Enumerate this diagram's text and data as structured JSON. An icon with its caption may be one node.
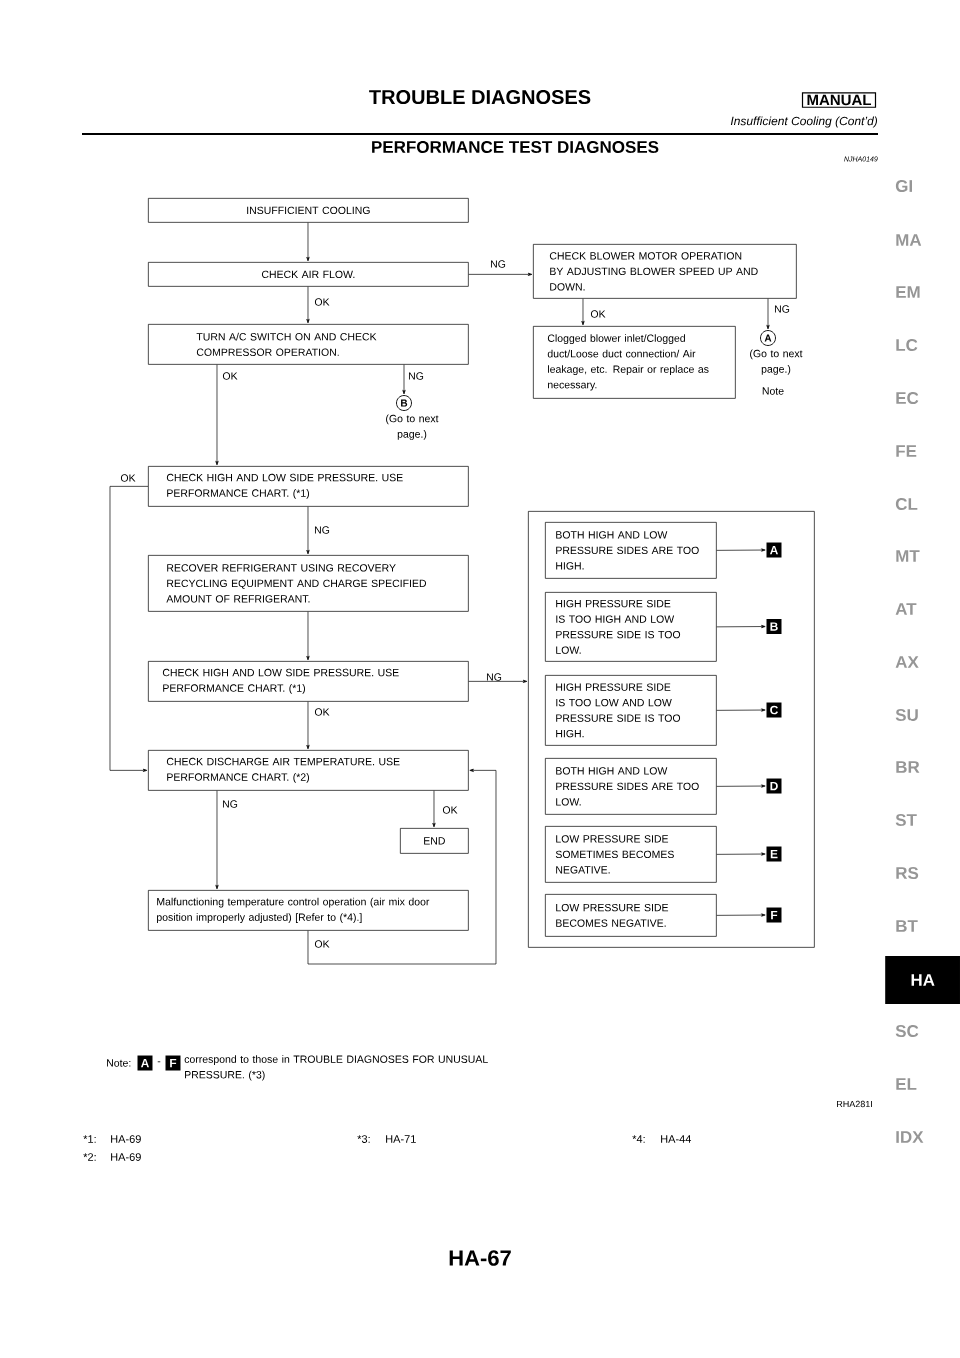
{
  "diagram": {
    "title": "PERFORMANCE TEST DIAGNOSES",
    "nodes": [
      {
        "text": [
          "INSUFFICIENT COOLING"
        ]
      },
      {
        "text": [
          "CHECK AIR FLOW."
        ]
      },
      {
        "text": [
          "CHECK BLOWER MOTOR OPERATION BY ADJUSTING BLOWER SPEED UP AND DOWN."
        ]
      },
      {
        "text": [
          "TURN A/C SWITCH ON AND CHECK COMPRESSOR OPERATION."
        ]
      },
      {
        "text": [
          "Clogged blower inlet/Clogged duct/Loose duct connection/ Air leakage, etc. Repair or replace as necessary."
        ]
      },
      {
        "text": [
          "A",
          "(Go to next page.)"
        ]
      },
      {
        "text": [
          "B",
          "(Go to next page.)"
        ]
      },
      {
        "text": [
          "CHECK HIGH AND LOW SIDE PRESSURE. USE PERFORMANCE CHART. (*1)"
        ]
      },
      {
        "text": [
          "RECOVER REFRIGERANT USING RECOVERY RECYCLING EQUIPMENT AND CHARGE SPECIFIED AMOUNT OF REFRIGERANT."
        ]
      },
      {
        "text": [
          "CHECK HIGH AND LOW SIDE PRESSURE. USE PERFORMANCE CHART. (*1)"
        ]
      },
      {
        "text": [],
        "shape": "box"
      },
      {
        "text": [
          "BOTH HIGH AND LOW PRESSURE SIDES ARE TOO HIGH."
        ],
        "in": 10
      },
      {
        "text": [
          "HIGH PRESSURE SIDE IS TOO HIGH AND LOW PRESSURE SIDE IS TOO LOW."
        ],
        "in": 10
      },
      {
        "text": [
          "HIGH PRESSURE SIDE IS TOO LOW AND LOW PRESSURE SIDE IS TOO HIGH."
        ],
        "in": 10
      },
      {
        "text": [
          "BOTH HIGH AND LOW PRESSURE SIDES ARE TOO LOW."
        ],
        "in": 10
      },
      {
        "text": [
          "LOW PRESSURE SIDE SOMETIMES BECOMES NEGATIVE."
        ],
        "in": 10
      },
      {
        "text": [
          "LOW PRESSURE SIDE BECOMES NEGATIVE."
        ],
        "in": 10
      },
      {
        "text": [
          "A"
        ],
        "in": 10
      },
      {
        "text": [
          "B"
        ],
        "in": 10
      },
      {
        "text": [
          "C"
        ],
        "in": 10
      },
      {
        "text": [
          "D"
        ],
        "in": 10
      },
      {
        "text": [
          "E"
        ],
        "in": 10
      },
      {
        "text": [
          "F"
        ],
        "in": 10
      },
      {
        "text": [
          "CHECK DISCHARGE AIR TEMPERATURE. USE PERFORMANCE CHART. (*2)"
        ]
      },
      {
        "text": [
          "END"
        ]
      },
      {
        "text": [
          "Malfunctioning temperature control operation (air mix door position improperly adjusted) [Refer to (*4).]"
        ]
      },
      {
        "text": [
          "A"
        ]
      },
      {
        "text": [
          "F"
        ]
      }
    ],
    "edges": [
      {
        "from": 0,
        "to": 1,
        "arrow": "to"
      },
      {
        "from": 1,
        "to": 2,
        "arrow": "to",
        "label": "NG"
      },
      {
        "from": 1,
        "to": 3,
        "arrow": "to",
        "label": "OK"
      },
      {
        "from": 2,
        "to": 4,
        "arrow": "to",
        "label": "OK"
      },
      {
        "from": 2,
        "to": 5,
        "arrow": "to",
        "label": "NG"
      },
      {
        "from": 3,
        "to": 7,
        "arrow": "to",
        "label": "OK"
      },
      {
        "from": 3,
        "to": 6,
        "arrow": "to",
        "label": "NG"
      },
      {
        "from": 7,
        "to": 23,
        "arrow": "to",
        "label": "OK"
      },
      {
        "from": 7,
        "to": 8,
        "arrow": "to",
        "label": "NG"
      },
      {
        "from": 8,
        "to": 9,
        "arrow": "to"
      },
      {
        "from": 9,
        "to": 10,
        "arrow": "to",
        "label": "NG"
      },
      {
        "from": 9,
        "to": 23,
        "arrow": "to",
        "label": "OK"
      },
      {
        "from": 11,
        "to": 17,
        "arrow": "to"
      },
      {
        "from": 12,
        "to": 18,
        "arrow": "to"
      },
      {
        "from": 13,
        "to": 19,
        "arrow": "to"
      },
      {
        "from": 14,
        "to": 20,
        "arrow": "to"
      },
      {
        "from": 15,
        "to": 21,
        "arrow": "to"
      },
      {
        "from": 16,
        "to": 22,
        "arrow": "to"
      },
      {
        "from": 23,
        "to": 24,
        "arrow": "to",
        "label": "OK"
      },
      {
        "from": 23,
        "to": 25,
        "arrow": "to",
        "label": "NG"
      },
      {
        "from": 25,
        "to": 23,
        "arrow": "to",
        "label": "OK"
      }
    ],
    "labels": [
      "TROUBLE DIAGNOSES",
      "MANUAL",
      "Insufficient Cooling (Cont’d)",
      "NJHA0149",
      "Note",
      "Note:",
      "-",
      "correspond to those in TROUBLE DIAGNOSES FOR UNUSUAL PRESSURE. (*3)",
      "RHA281I",
      "*1:",
      "HA-69",
      "*3:",
      "HA-71",
      "*4:",
      "HA-44",
      "*2:",
      "HA-69",
      "HA-67",
      "GI",
      "MA",
      "EM",
      "LC",
      "EC",
      "FE",
      "CL",
      "MT",
      "AT",
      "AX",
      "SU",
      "BR",
      "ST",
      "RS",
      "BT",
      "HA",
      "SC",
      "EL",
      "IDX"
    ]
  }
}
